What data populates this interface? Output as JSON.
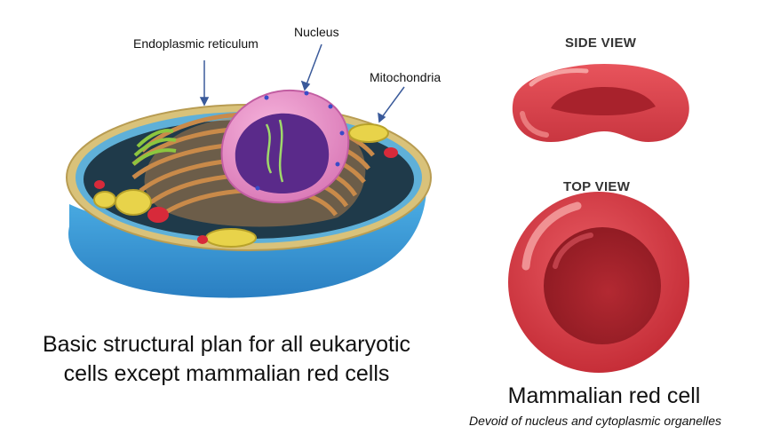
{
  "labels": {
    "endoplasmic_reticulum": "Endoplasmic reticulum",
    "nucleus": "Nucleus",
    "mitochondria": "Mitochondria"
  },
  "views": {
    "side": "SIDE VIEW",
    "top": "TOP VIEW"
  },
  "captions": {
    "left_line1": "Basic structural plan for all eukaryotic",
    "left_line2": "cells except mammalian red cells",
    "right_title": "Mammalian red cell",
    "right_subtitle": "Devoid of nucleus and cytoplasmic organelles"
  },
  "colors": {
    "cell_base": "#3f9fd8",
    "cell_membrane": "#d9c27a",
    "cytoplasm": "#1f3a4a",
    "er": "#c98a4a",
    "nucleus": "#e58ec4",
    "nucleoplasm": "#5a2a8a",
    "mitochondria": "#e8d34a",
    "lysosome": "#d72a3a",
    "rbc": "#d9404a",
    "rbc_dark": "#a8222c",
    "rbc_light": "#f08a8a"
  }
}
